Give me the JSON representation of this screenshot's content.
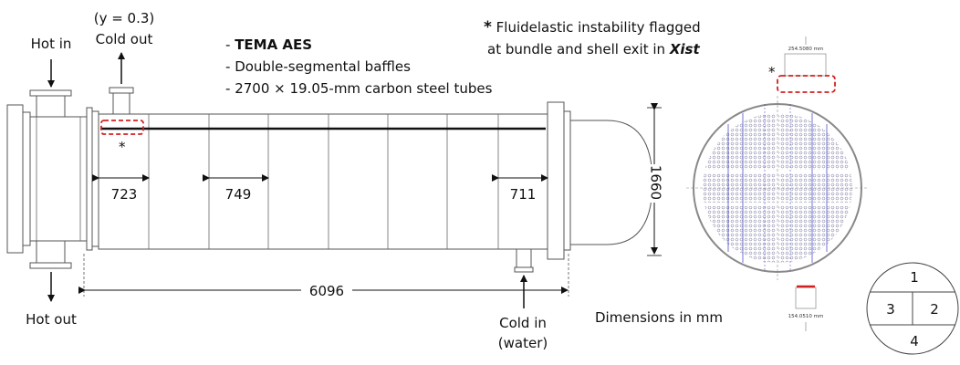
{
  "labels": {
    "hot_in": "Hot in",
    "hot_out": "Hot out",
    "y_note": "(y = 0.3)",
    "cold_out": "Cold out",
    "cold_in": "Cold in",
    "cold_in_sub": "(water)",
    "star": "*",
    "dims_note": "Dimensions in mm"
  },
  "specs": [
    "TEMA AES",
    "Double-segmental baffles",
    "2700 × 19.05-mm carbon steel tubes"
  ],
  "note": {
    "line1": "Fluidelastic instability flagged",
    "line2_prefix": "at bundle and shell exit in ",
    "line2_software": "Xist"
  },
  "dimensions": {
    "inlet_space": "723",
    "central_space": "749",
    "outlet_space": "711",
    "shell_diameter": "1660",
    "tube_length": "6096"
  },
  "nozzle_labels": {
    "top": "254.5080 mm",
    "bottom": "154.0510 mm"
  },
  "baffle_key": {
    "w1": "1",
    "w2": "2",
    "w3": "3",
    "w4": "4"
  },
  "colors": {
    "highlight": "#d22020",
    "tube_grid": "#7a7aa0",
    "pass_line": "#3b3bc4"
  }
}
